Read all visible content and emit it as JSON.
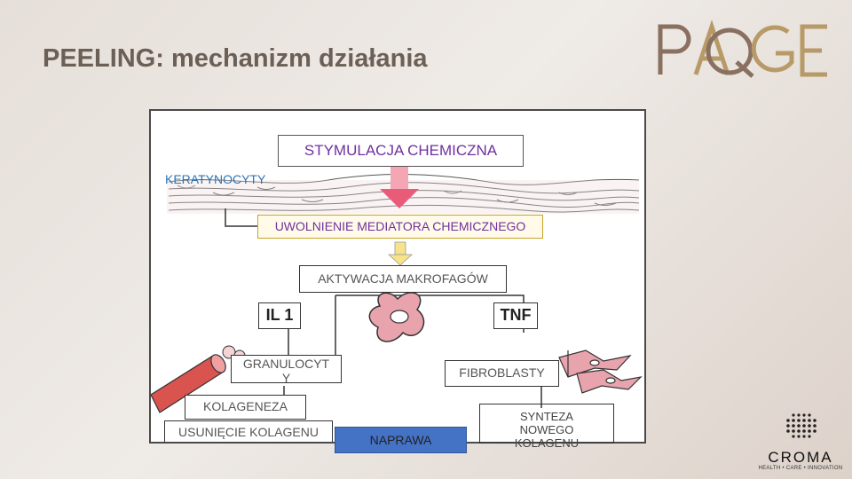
{
  "title": "PEELING: mechanizm działania",
  "logo": {
    "text": "PAGE"
  },
  "diagram": {
    "keratynocyty": "KERATYNOCYTY",
    "stymulacja": "STYMULACJA CHEMICZNA",
    "uwolnienie": "UWOLNIENIE MEDIATORA CHEMICZNEGO",
    "aktywacja": "AKTYWACJA MAKROFAGÓW",
    "il1": "IL 1",
    "tnf": "TNF",
    "granulocyty_line1": "GRANULOCYT",
    "granulocyty_line2": "Y",
    "fibroblasty": "FIBROBLASTY",
    "kolageneza": "KOLAGENEZA",
    "usuniecie": "USUNIĘCIE KOLAGENU",
    "naprawa": "NAPRAWA",
    "synteza_line1": "SYNTEZA",
    "synteza_line2": "NOWEGO",
    "synteza_line3": "KOLAGENU"
  },
  "croma": {
    "name": "CROMA",
    "tagline": "HEALTH • CARE • INNOVATION"
  },
  "colors": {
    "title": "#6b5f56",
    "keratinocyte_label": "#2e74b5",
    "stimulation_label": "#7030a0",
    "mediator_box_border": "#c9a227",
    "naprawa_fill": "#4472c4",
    "cell_pink": "#e9a3ad",
    "vessel_red": "#d9534f"
  }
}
